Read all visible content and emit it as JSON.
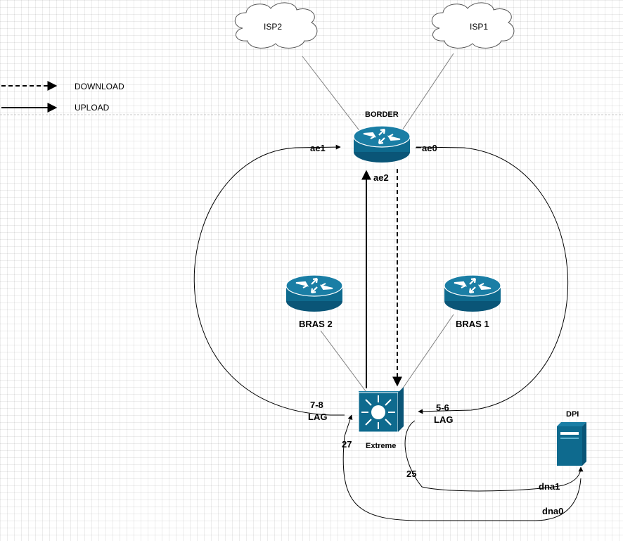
{
  "legend": {
    "download": "DOWNLOAD",
    "upload": "UPLOAD"
  },
  "clouds": {
    "isp2": "ISP2",
    "isp1": "ISP1"
  },
  "nodes": {
    "border": "BORDER",
    "bras2": "BRAS 2",
    "bras1": "BRAS 1",
    "extreme": "Extreme",
    "dpi": "DPI"
  },
  "ports": {
    "ae1": "ae1",
    "ae0": "ae0",
    "ae2": "ae2",
    "lag_left_num": "7-8",
    "lag_left": "LAG",
    "lag_right_num": "5-6",
    "lag_right": "LAG",
    "p27": "27",
    "p25": "25",
    "dna1": "dna1",
    "dna0": "dna0"
  },
  "colors": {
    "device": "#0e6a8e",
    "device_dark": "#0a5577",
    "line": "#000000",
    "thin_line": "#808080"
  }
}
